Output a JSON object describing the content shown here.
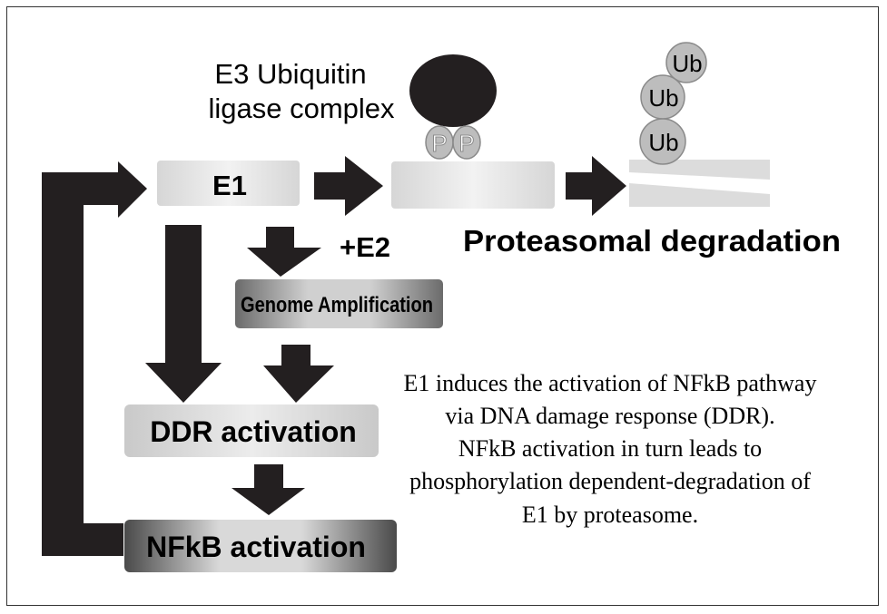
{
  "labels": {
    "e3_line1": "E3 Ubiquitin",
    "e3_line2": "ligase complex",
    "e1": "E1",
    "phospho": "P",
    "ubiquitin": "Ub",
    "plus_e2": "+E2",
    "proteasomal_degradation": "Proteasomal degradation",
    "genome_amplification": "Genome Amplification",
    "ddr_activation": "DDR activation",
    "nfkb_activation": "NFkB activation"
  },
  "description": {
    "line1": "E1 induces the activation of NFkB pathway",
    "line2": "via DNA damage response (DDR).",
    "line3": "NFkB activation in turn leads to",
    "line4": "phosphorylation dependent-degradation of",
    "line5": "E1 by proteasome."
  },
  "colors": {
    "arrow": "#231f20",
    "box_light": "#e3e3e3",
    "ub_fill": "#bdbdbd",
    "ub_stroke": "#8a8a8a"
  }
}
